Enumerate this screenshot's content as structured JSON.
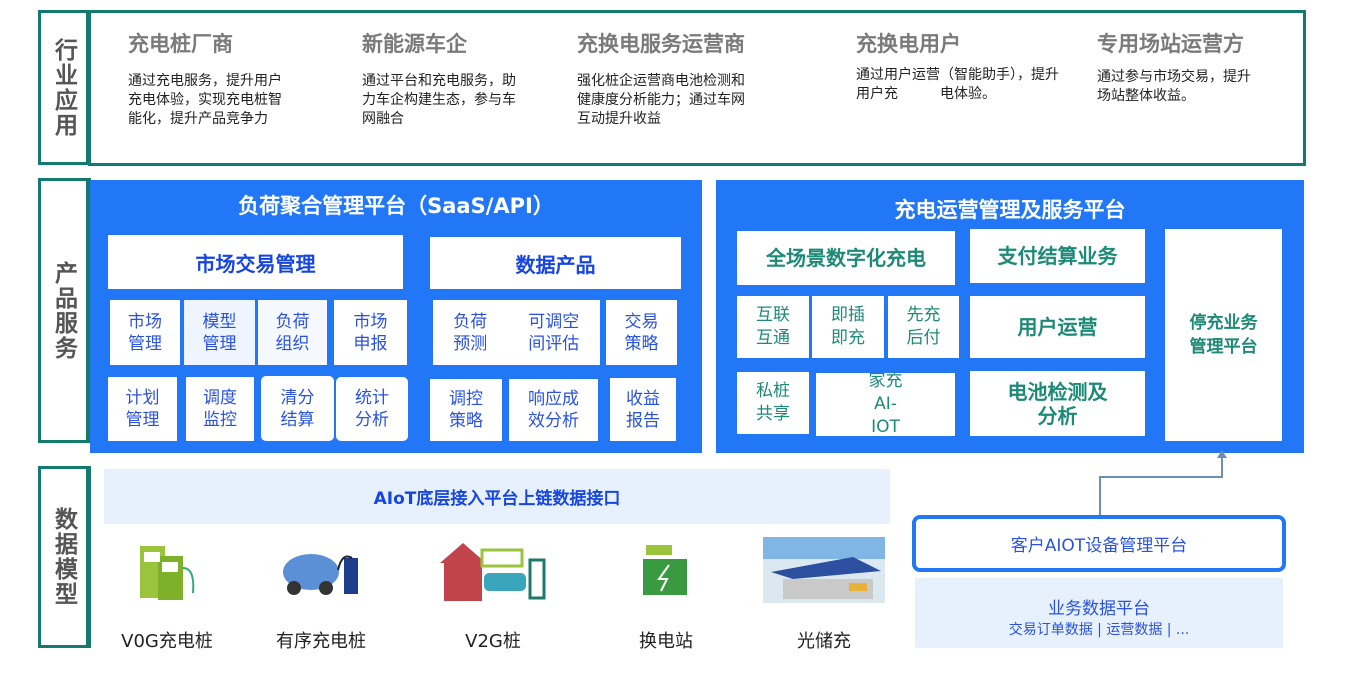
{
  "side_labels": [
    "行业应用",
    "产品服务",
    "数据模型"
  ],
  "industries": [
    {
      "title": "充电桩厂商",
      "desc": "通过充电服务，提升用户充电体验，实现充电桩智能化，提升产品竞争力"
    },
    {
      "title": "新能源车企",
      "desc": "通过平台和充电服务，助力车企构建生态，参与车网融合"
    },
    {
      "title": "充换电服务运营商",
      "desc": "强化桩企运营商电池检测和健康度分析能力；通过车网互动提升收益"
    },
    {
      "title": "充换电用户",
      "desc": "通过用户运营（智能助手），提升用户充　　　电体验。"
    },
    {
      "title": "专用场站运营方",
      "desc": "通过参与市场交易，提升场站整体收益。"
    }
  ],
  "load_platform": {
    "title": "负荷聚合管理平台（SaaS/API）",
    "market": "市场交易管理",
    "data": "数据产品",
    "items": [
      "市场管理",
      "模型管理",
      "负荷组织",
      "市场申报",
      "负荷预测",
      "可调空间评估",
      "交易策略",
      "计划管理",
      "调度监控",
      "清分结算",
      "统计分析",
      "调控策略",
      "响应成效分析",
      "收益报告"
    ]
  },
  "charge_platform": {
    "title": "充电运营管理及服务平台",
    "items": [
      "全场景数字化充电",
      "支付结算业务",
      "停充业务管理平台",
      "互联互通",
      "即插即充",
      "先充后付",
      "用户运营",
      "私桩共享",
      "家充AI-IOT",
      "电池检测及分析"
    ]
  },
  "aiot_banner": "AIoT底层接入平台上链数据接口",
  "devices": [
    "V0G充电桩",
    "有序充电桩",
    "V2G桩",
    "换电站",
    "光储充"
  ],
  "customer_aiot": "客户AIOT设备管理平台",
  "biz_data": {
    "title": "业务数据平台",
    "sub": "交易订单数据 | 运营数据 | ..."
  },
  "colors": {
    "teal": "#137a6e",
    "blue": "#2177f5",
    "green_text": "#1d8a78"
  }
}
